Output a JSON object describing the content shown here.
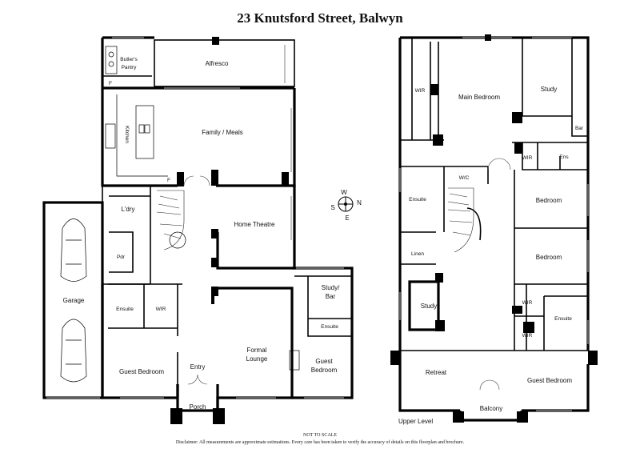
{
  "title": "23 Knutsford Street, Balwyn",
  "ground": {
    "rooms": {
      "butlers_pantry": [
        "Butler's",
        "Pantry"
      ],
      "alfresco": "Alfresco",
      "kitchen": "Kitchen",
      "family_meals": "Family / Meals",
      "fridge_1": "F",
      "fridge_2": "F",
      "laundry": "L'dry",
      "powder": "Pdr",
      "garage": "Garage",
      "home_theatre": "Home Theatre",
      "study_bar": [
        "Study/",
        "Bar"
      ],
      "ensuite_left": "Ensuite",
      "wir_left": "WIR",
      "guest_bedroom_left": "Guest Bedroom",
      "entry": "Entry",
      "formal_lounge": [
        "Formal",
        "Lounge"
      ],
      "ensuite_right": "Ensuite",
      "guest_bedroom_right": [
        "Guest",
        "Bedroom"
      ],
      "porch": "Porch"
    }
  },
  "compass": {
    "n": "N",
    "s": "S",
    "e": "E",
    "w": "W"
  },
  "upper": {
    "level_label": "Upper Level",
    "rooms": {
      "wir_top": "WIR",
      "main_bedroom": "Main Bedroom",
      "study_top": "Study",
      "bar": "Bar",
      "wir_mid": "WIR",
      "ens": "Ens",
      "wc": "W/C",
      "ensuite": "Ensuite",
      "bedroom_1": "Bedroom",
      "bedroom_2": "Bedroom",
      "linen": "Linen",
      "study_mid": "Study",
      "wir_a": "WIR",
      "wir_b": "WIR",
      "ensuite_right": "Ensuite",
      "retreat": "Retreat",
      "guest_bedroom": "Guest Bedroom",
      "balcony": "Balcony"
    }
  },
  "footer": {
    "not_to_scale": "NOT TO SCALE",
    "disclaimer": "Disclaimer: All measurements are approximate estimations. Every care has been taken to verify the accuracy of details on this floorplan and brochure."
  }
}
